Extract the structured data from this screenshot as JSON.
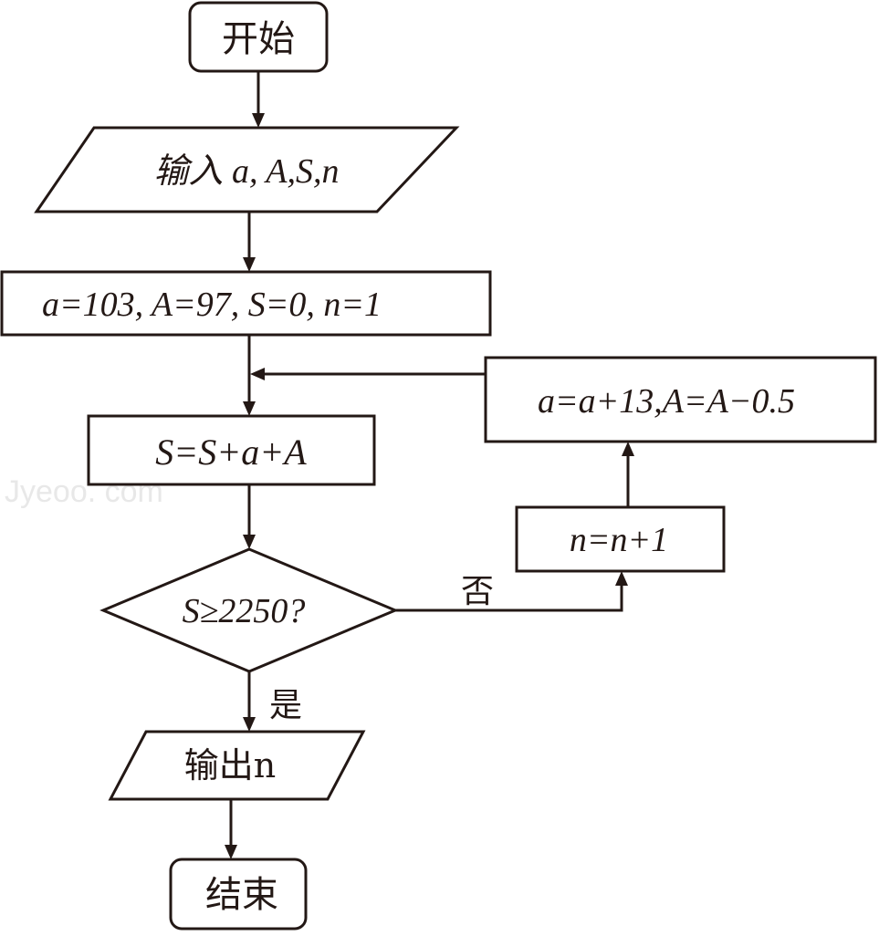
{
  "colors": {
    "stroke": "#231815",
    "background": "#ffffff",
    "watermark": "#e8e8e8"
  },
  "flowchart": {
    "start": "开始",
    "input": "输入 a, A,S,n",
    "init": "a=103, A=97, S=0, n=1",
    "accumulate": "S=S+a+A",
    "condition": "S≥2250?",
    "no_label": "否",
    "yes_label": "是",
    "increment": "n=n+1",
    "update": "a=a+13,A=A−0.5",
    "output": "输出n",
    "end": "结束"
  },
  "watermark": "Jyeoo. com"
}
